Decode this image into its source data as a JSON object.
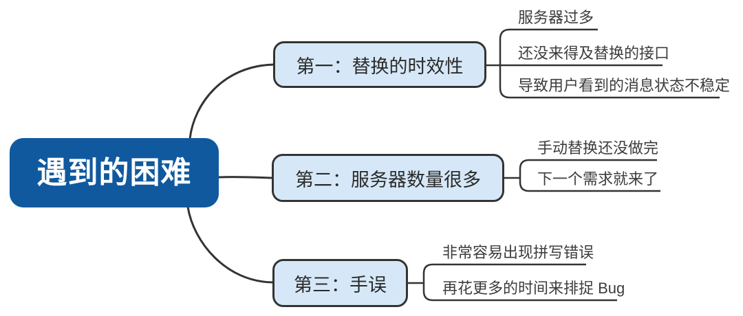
{
  "mindmap": {
    "root": {
      "label": "遇到的困难"
    },
    "branches": [
      {
        "label": "第一：替换的时效性",
        "children": [
          "服务器过多",
          "还没来得及替换的接口",
          "导致用户看到的消息状态不稳定"
        ]
      },
      {
        "label": "第二：服务器数量很多",
        "children": [
          "手动替换还没做完",
          "下一个需求就来了"
        ]
      },
      {
        "label": "第三：手误",
        "children": [
          "非常容易出现拼写错误",
          "再花更多的时间来排捉 Bug"
        ]
      }
    ],
    "colors": {
      "canvas_bg": "#ffffff",
      "root_fill": "#10599f",
      "root_text": "#ffffff",
      "branch_fill": "#d6e8f7",
      "branch_text": "#2b2b2b",
      "leaf_text": "#3c3c3c",
      "line": "#333333"
    }
  }
}
